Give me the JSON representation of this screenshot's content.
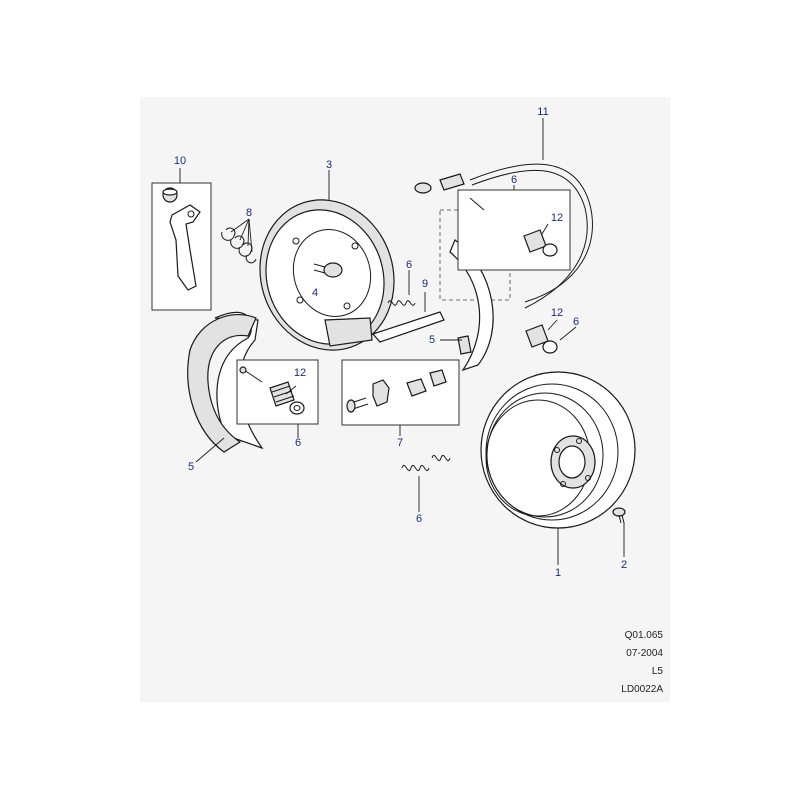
{
  "callouts": {
    "c1": "1",
    "c2": "2",
    "c3": "3",
    "c4": "4",
    "c5a": "5",
    "c5b": "5",
    "c6a": "6",
    "c6b": "6",
    "c6c": "6",
    "c6d": "6",
    "c6e": "6",
    "c7": "7",
    "c8": "8",
    "c9": "9",
    "c10": "10",
    "c11": "11",
    "c12a": "12",
    "c12b": "12",
    "c12c": "12"
  },
  "reference": {
    "code": "Q01.065",
    "date": "07-2004",
    "model": "L5",
    "drawing": "LD0022A"
  },
  "colors": {
    "callout_text": "#1c2a86",
    "line_art": "#1a1a1a",
    "panel_background": "#f5f5f5"
  }
}
